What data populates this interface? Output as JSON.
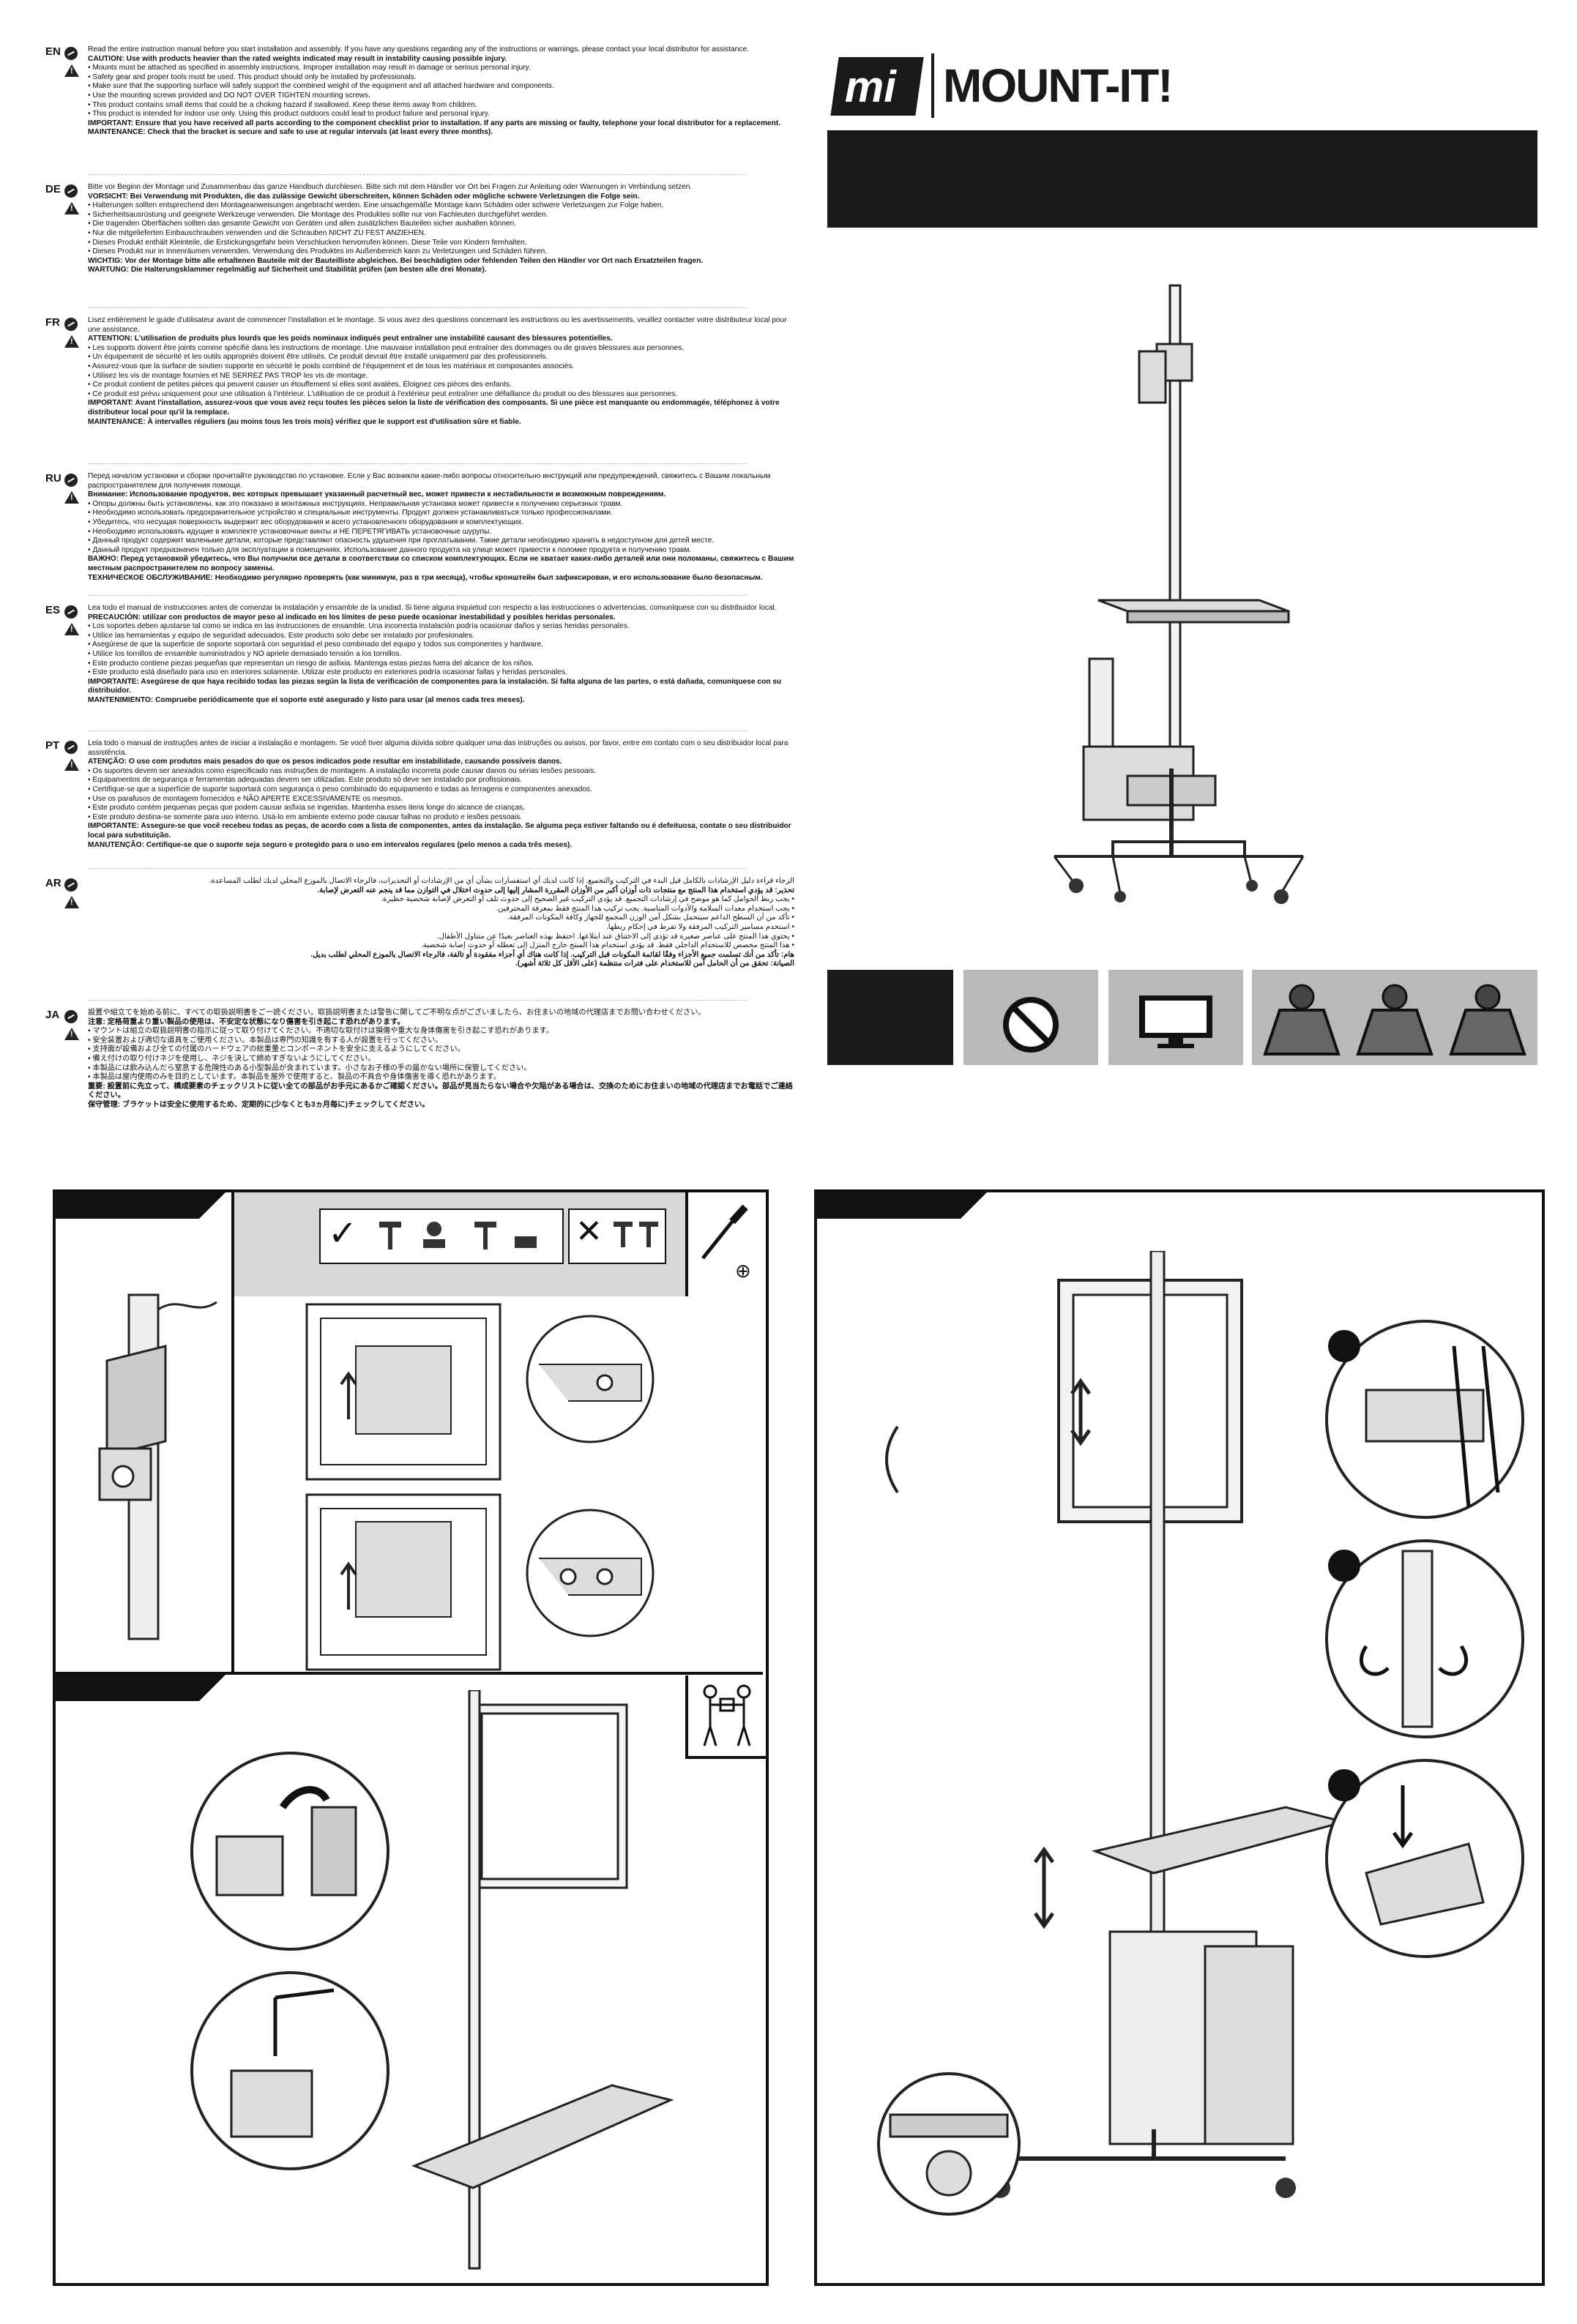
{
  "brand": {
    "logo_mark": "mi",
    "logo_name": "MOUNT-IT!"
  },
  "languages": [
    {
      "code": "EN",
      "lines": [
        "Read the entire instruction manual before you start installation and assembly. If you have any questions regarding any of the instructions or warnings, please contact your local distributor for assistance.",
        "CAUTION: Use with products heavier than the rated weights indicated may result in instability causing possible injury.",
        "• Mounts must be attached as specified in assembly instructions. Improper installation may result in damage or serious personal injury.",
        "• Safety gear and proper tools must be used. This product should only be installed by professionals.",
        "• Make sure that the supporting surface will safely support the combined weight of the equipment and all attached hardware and components.",
        "• Use the mounting screws provided and DO NOT OVER TIGHTEN mounting screws.",
        "• This product contains small items that could be a choking hazard if swallowed. Keep these items away from children.",
        "• This product is intended for indoor use only. Using this product outdoors could lead to product failure and personal injury.",
        "IMPORTANT: Ensure that you have received all parts according to the component checklist prior to installation. If any parts are missing or faulty, telephone your local distributor for a replacement.",
        "MAINTENANCE: Check that the bracket is secure and safe to use at regular intervals (at least every three months)."
      ]
    },
    {
      "code": "DE",
      "lines": [
        "Bitte vor Beginn der Montage und Zusammenbau das ganze Handbuch durchlesen. Bitte sich mit dem Händler vor Ort bei Fragen zur Anleitung oder Warnungen in Verbindung setzen.",
        "VORSICHT: Bei Verwendung mit Produkten, die das zulässige Gewicht überschreiten, können Schäden oder mögliche schwere Verletzungen die Folge sein.",
        "• Halterungen sollten entsprechend den Montageanweisungen angebracht werden. Eine unsachgemäße Montage kann Schäden oder schwere Verletzungen zur Folge haben.",
        "• Sicherheitsausrüstung und geeignete Werkzeuge verwenden. Die Montage des Produktes sollte nur von Fachleuten durchgeführt werden.",
        "• Die tragenden Oberflächen sollten das gesamte Gewicht von Geräten und allen zusätzlichen Bauteilen sicher aushalten können.",
        "• Nur die mitgelieferten Einbauschrauben verwenden und die Schrauben NICHT ZU FEST ANZIEHEN.",
        "• Dieses Produkt enthält Kleinteile, die Erstickungsgefahr beim Verschlucken hervorrufen können. Diese Teile von Kindern fernhalten.",
        "• Dieses Produkt nur in Innenräumen verwenden. Verwendung des Produktes im Außenbereich kann zu Verletzungen und Schäden führen.",
        "WICHTIG: Vor der Montage bitte alle erhaltenen Bauteile mit der Bauteilliste abgleichen. Bei beschädigten oder fehlenden Teilen den Händler vor Ort nach Ersatzteilen fragen.",
        "WARTUNG: Die Halterungsklammer regelmäßig auf Sicherheit und Stabilität prüfen (am besten alle drei Monate)."
      ]
    },
    {
      "code": "FR",
      "lines": [
        "Lisez entièrement le guide d'utilisateur avant de commencer l'installation et le montage. Si vous avez des questions concernant les instructions ou les avertissements, veuillez contacter votre distributeur local pour une assistance.",
        "ATTENTION: L'utilisation de produits plus lourds que les poids nominaux indiqués peut entraîner une instabilité causant des blessures potentielles.",
        "• Les supports doivent être joints comme spécifié dans les instructions de montage. Une mauvaise installation peut entraîner des dommages ou de graves blessures aux personnes.",
        "• Un équipement de sécurité et les outils appropriés doivent être utilisés. Ce produit devrait être installé uniquement par des professionnels.",
        "• Assurez-vous que la surface de soutien supporte en sécurité le poids combiné de l'équipement et de tous les matériaux et composantes associés.",
        "• Utilisez les vis de montage fournies et NE SERREZ PAS TROP les vis de montage.",
        "• Ce produit contient de petites pièces qui peuvent causer un étouffement si elles sont avalées. Éloignez ces pièces des enfants.",
        "• Ce produit est prévu uniquement pour une utilisation à l'intérieur. L'utilisation de ce produit à l'extérieur peut entraîner une défaillance du produit ou des blessures aux personnes.",
        "IMPORTANT: Avant l'installation, assurez-vous que vous avez reçu toutes les pièces selon la liste de vérification des composants. Si une pièce est manquante ou endommagée, téléphonez à votre distributeur local pour qu'il la remplace.",
        "MAINTENANCE: À intervalles réguliers (au moins tous les trois mois) vérifiez que le support est d'utilisation sûre et fiable."
      ]
    },
    {
      "code": "RU",
      "lines": [
        "Перед началом установки и сборки прочитайте руководство по установке. Если у Вас возникли какие-либо вопросы относительно инструкций или предупреждений, свяжитесь с Вашим локальным распространителем для получения помощи.",
        "Внимание: Использование продуктов, вес которых превышает указанный расчетный вес, может привести к нестабильности и возможным повреждениям.",
        "• Опоры должны быть установлены, как это показано в монтажных инструкциях. Неправильная установка может привести к получению серьезных травм.",
        "• Необходимо использовать предохранительное устройство и специальные инструменты. Продукт должен устанавливаться только профессионалами.",
        "• Убедитесь, что несущая поверхность выдержит вес оборудования и всего установленного оборудования и комплектующих.",
        "• Необходимо использовать идущие в комплекте установочные винты и НЕ ПЕРЕТЯГИВАТЬ установочные шурупы.",
        "• Данный продукт содержит маленькие детали, которые представляют опасность удушения при проглатывании. Такие детали необходимо хранить в недоступном для детей месте.",
        "• Данный продукт предназначен только для эксплуатации в помещениях. Использование данного продукта на улице может привести к поломке продукта и получению травм.",
        "ВАЖНО: Перед установкой убедитесь, что Вы получили все детали в соответствии со списком комплектующих. Если не хватает каких-либо деталей или они поломаны, свяжитесь с Вашим местным распространителем по вопросу замены.",
        "ТЕХНИЧЕСКОЕ ОБСЛУЖИВАНИЕ: Необходимо регулярно проверять (как минимум, раз в три месяца), чтобы кронштейн был зафиксирован, и его использование было безопасным."
      ]
    },
    {
      "code": "ES",
      "lines": [
        "Lea todo el manual de instrucciones antes de comenzar la instalación y ensamble de la unidad. Si tiene alguna inquietud con respecto a las instrucciones o advertencias, comuníquese con su distribuidor local.",
        "PRECAUCIÓN: utilizar con productos de mayor peso al indicado en los límites de peso puede ocasionar inestabilidad y posibles heridas personales.",
        "• Los soportes deben ajustarse tal como se indica en las instrucciones de ensamble. Una incorrecta instalación podría ocasionar daños y serias heridas personales.",
        "• Utilice las herramientas y equipo de seguridad adecuados. Este producto solo debe ser instalado por profesionales.",
        "• Asegúrese de que la superficie de soporte soportará con seguridad el peso combinado del equipo y todos sus componentes y hardware.",
        "• Utilice los tornillos de ensamble suministrados y NO apriete demasiado tensión a los tornillos.",
        "• Este producto contiene piezas pequeñas que representan un riesgo de asfixia. Mantenga estas piezas fuera del alcance de los niños.",
        "• Este producto está diseñado para uso en interiores solamente. Utilizar este producto en exteriores podría ocasionar fallas y heridas personales.",
        "IMPORTANTE: Asegúrese de que haya recibido todas las piezas según la lista de verificación de componentes para la instalación. Si falta alguna de las partes, o está dañada, comuníquese con su distribuidor.",
        "MANTENIMIENTO: Compruebe periódicamente que el soporte esté asegurado y listo para usar (al menos cada tres meses)."
      ]
    },
    {
      "code": "PT",
      "lines": [
        "Leia todo o manual de instruções antes de iniciar a instalação e montagem. Se você tiver alguma dúvida sobre qualquer uma das instruções ou avisos, por favor, entre em contato com o seu distribuidor local para assistência.",
        "ATENÇÃO: O uso com produtos mais pesados do que os pesos indicados pode resultar em instabilidade, causando possíveis danos.",
        "• Os suportes devem ser anexados como especificado nas instruções de montagem. A instalação incorreta pode causar danos ou sérias lesões pessoais.",
        "• Equipamentos de segurança e ferramentas adequadas devem ser utilizadas. Este produto só deve ser instalado por profissionais.",
        "• Certifique-se que a superfície de suporte suportará com segurança o peso combinado do equipamento e todas as ferragens e componentes anexados.",
        "• Use os parafusos de montagem fornecidos e NÃO APERTE EXCESSIVAMENTE os mesmos.",
        "• Este produto contém pequenas peças que podem causar asfixia se ingeridas. Mantenha esses itens longe do alcance de crianças.",
        "• Este produto destina-se somente para uso interno. Usá-lo em ambiente externo pode causar falhas no produto e lesões pessoais.",
        "IMPORTANTE: Assegure-se que você recebeu todas as peças, de acordo com a lista de componentes, antes da instalação. Se alguma peça estiver faltando ou é defeituosa, contate o seu distribuidor local para substituição.",
        "MANUTENÇÃO: Certifique-se que o suporte seja seguro e protegido para o uso em intervalos regulares (pelo menos a cada três meses)."
      ]
    },
    {
      "code": "AR",
      "lines": [
        "الرجاء قراءة دليل الإرشادات بالكامل قبل البدء في التركيب والتجميع. إذا كانت لديك أي استفسارات بشأن أي من الإرشادات أو التحذيرات، فالرجاء الاتصال بالموزع المحلي لديك لطلب المساعدة.",
        "تحذير: قد يؤدي استخدام هذا المنتج مع منتجات ذات أوزان أكبر من الأوزان المقررة المشار إليها إلى حدوث اختلال في التوازن مما قد ينجم عنه التعرض لإصابة.",
        "• يجب ربط الحوامل كما هو موضح في إرشادات التجميع. قد يؤدي التركيب غير الصحيح إلى حدوث تلف أو التعرض لإصابة شخصية خطيرة.",
        "• يجب استخدام معدات السلامة والأدوات المناسبة. يجب تركيب هذا المنتج فقط بمعرفة المحترفين.",
        "• تأكد من أن السطح الداعم سيتحمل بشكل آمن الوزن المجمع للجهاز وكافة المكونات المرفقة.",
        "• استخدم مسامير التركيب المرفقة ولا تفرط في إحكام ربطها.",
        "• يحتوي هذا المنتج على عناصر صغيرة قد تؤدي إلى الاختناق عند ابتلاعها. احتفظ بهذه العناصر بعيدًا عن متناول الأطفال.",
        "• هذا المنتج مخصص للاستخدام الداخلي فقط. قد يؤدي استخدام هذا المنتج خارج المنزل إلى تعطله أو حدوث إصابة شخصية.",
        "هام: تأكد من أنك تسلمت جميع الأجزاء وفقًا لقائمة المكونات قبل التركيب. إذا كانت هناك أي أجزاء مفقودة أو تالفة، فالرجاء الاتصال بالموزع المحلي لطلب بديل.",
        "الصيانة: تحقق من أن الحامل آمن للاستخدام على فترات منتظمة (على الأقل كل ثلاثة أشهر)."
      ]
    },
    {
      "code": "JA",
      "lines": [
        "設置や組立てを始める前に、すべての取扱説明書をご一読ください。取扱説明書または警告に関してご不明な点がございましたら、お住まいの地域の代理店までお問い合わせください。",
        "注意: 定格荷重より重い製品の使用は、不安定な状態になり傷害を引き起こす恐れがあります。",
        "• マウントは組立の取扱説明書の指示に従って取り付けてください。不適切な取付けは損傷や重大な身体傷害を引き起こす恐れがあります。",
        "• 安全装置および適切な道具をご使用ください。本製品は専門の知識を有する人が設置を行ってください。",
        "• 支持面が設備および全ての付属のハードウェアの総重量とコンポーネントを安全に支えるようにしてください。",
        "• 備え付けの取り付けネジを使用し、ネジを決して締めすぎないようにしてください。",
        "• 本製品には飲み込んだら窒息する危険性のある小型製品が含まれています。小さなお子様の手の届かない場所に保管してください。",
        "• 本製品は屋内使用のみを目的としています。本製品を屋外で使用すると、製品の不具合や身体傷害を導く恐れがあります。",
        "重要: 設置前に先立って、構成要素のチェックリストに従い全ての部品がお手元にあるかご確認ください。部品が見当たらない場合や欠陥がある場合は、交換のためにお住まいの地域の代理店までお電話でご連絡ください。",
        "保守管理: ブラケットは安全に使用するため、定期的に(少なくとも3ヵ月毎に)チェックしてください。"
      ]
    }
  ],
  "step_icons": {
    "right_mark": "✓",
    "wrong_mark": "✕",
    "tool": "screwdriver-icon",
    "plus": "⊕"
  },
  "hazard_icons": [
    "no-icon",
    "monitor-icon",
    "weight-icon",
    "weight-icon",
    "weight-icon"
  ]
}
